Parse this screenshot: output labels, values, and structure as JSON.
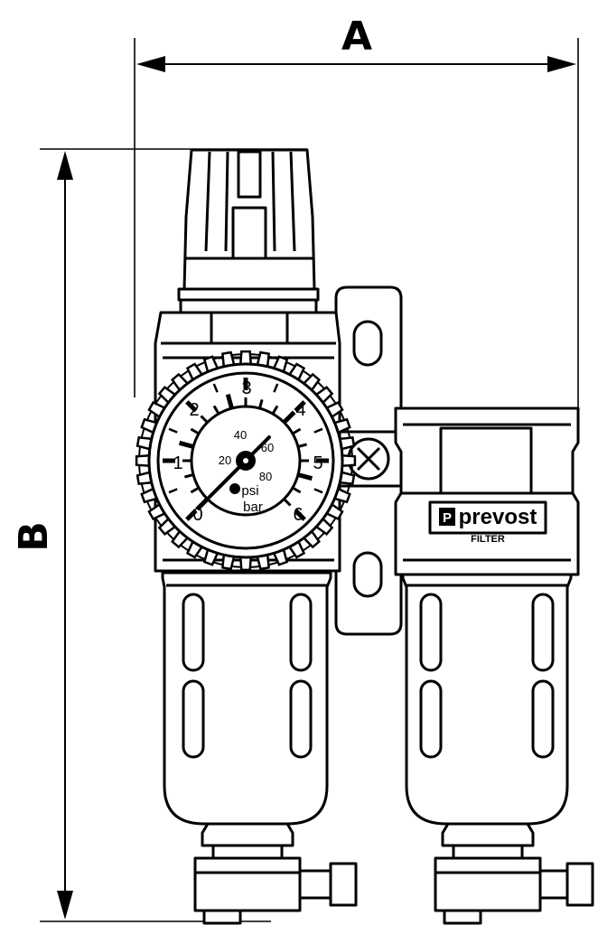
{
  "dimensions": {
    "width_label": "A",
    "height_label": "B"
  },
  "gauge": {
    "bar_ticks": [
      "0",
      "1",
      "2",
      "3",
      "4",
      "5",
      "6"
    ],
    "psi_ticks": [
      "20",
      "40",
      "60",
      "80"
    ],
    "unit_psi": "psi",
    "unit_bar": "bar"
  },
  "filter_label": {
    "brand": "prevost",
    "brand_mark": "P",
    "caption": "FILTER"
  },
  "colors": {
    "line": "#000000",
    "background": "#ffffff"
  }
}
